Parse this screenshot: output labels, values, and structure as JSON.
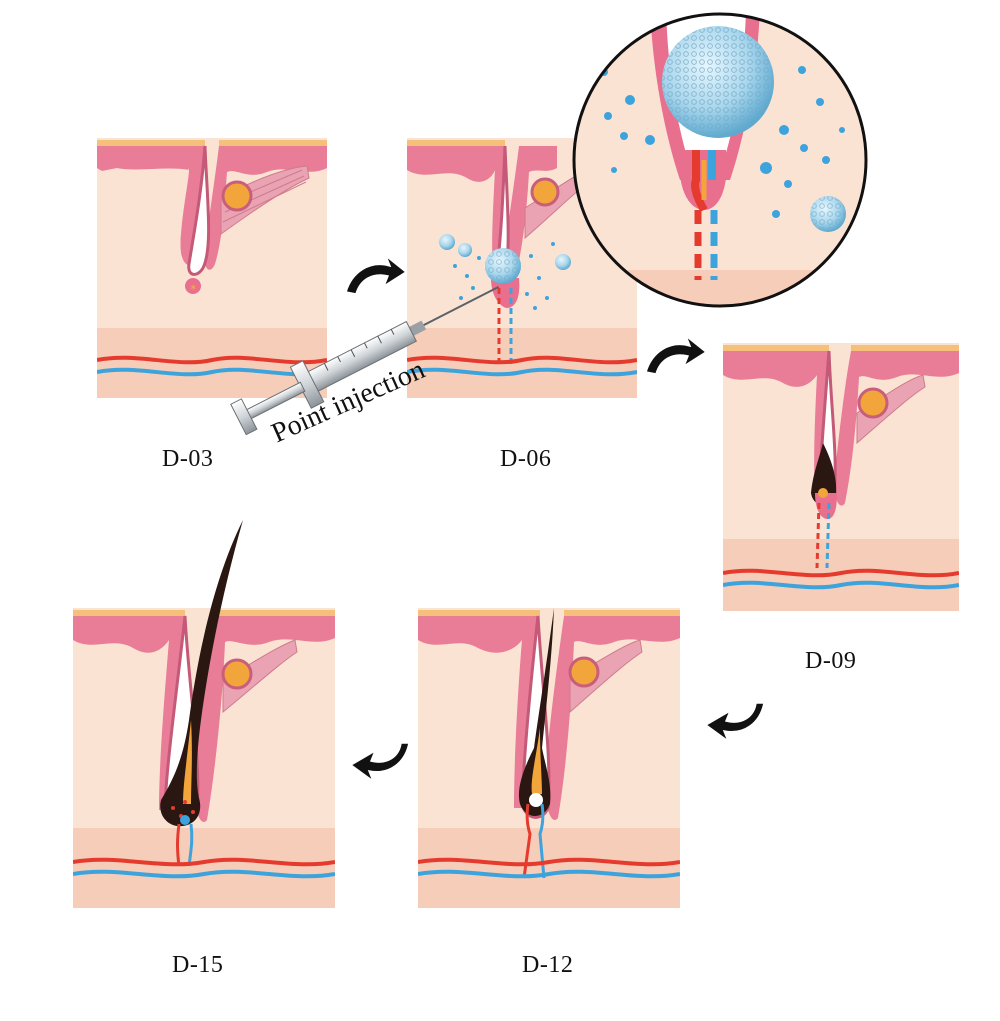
{
  "stages": [
    {
      "label": "D-03"
    },
    {
      "label": "D-06"
    },
    {
      "label": "D-09"
    },
    {
      "label": "D-12"
    },
    {
      "label": "D-15"
    }
  ],
  "annotation": {
    "injection": "Point injection"
  },
  "colors": {
    "skin_top": "#f4c07a",
    "epidermis": "#e97c97",
    "dermis": "#fbe3d4",
    "dermis_deep": "#f6cdb8",
    "follicle": "#e96f8f",
    "gland": "#f2a53a",
    "artery": "#e53b2f",
    "vein": "#3da3dc",
    "hair": "#2a1712",
    "muscle": "#e9a3b2",
    "bubble": "#a9d6ec"
  }
}
